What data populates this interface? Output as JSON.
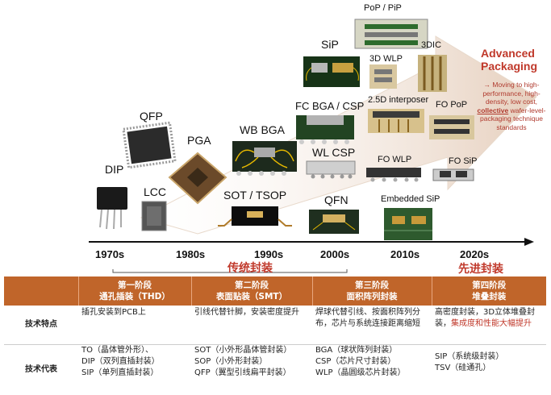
{
  "packages": {
    "dip": "DIP",
    "qfp": "QFP",
    "lcc": "LCC",
    "pga": "PGA",
    "wb_bga": "WB BGA",
    "sot_tsop": "SOT / TSOP",
    "fc_bga_csp": "FC BGA / CSP",
    "sip": "SiP",
    "wl_csp": "WL CSP",
    "qfn": "QFN",
    "pop": "PoP / PiP",
    "wlp_3d": "3D WLP",
    "dic_3d": "3DIC",
    "interposer_25d": "2.5D interposer",
    "fo_wlp": "FO WLP",
    "fo_pop": "FO PoP",
    "fo_sip": "FO SiP",
    "embedded_sip": "Embedded SiP"
  },
  "advanced": {
    "title_line1": "Advanced",
    "title_line2": "Packaging",
    "desc_pre": "→ Moving to high-performance, high-density, low cost, ",
    "desc_bold": "collective",
    "desc_post": " wafer-level-packaging technique standards"
  },
  "timeline": {
    "decades": [
      "1970s",
      "1980s",
      "1990s",
      "2000s",
      "2010s",
      "2020s"
    ],
    "cat_traditional": "传统封装",
    "cat_advanced": "先进封装"
  },
  "table": {
    "headers": [
      {
        "line1": "第一阶段",
        "line2": "通孔插装（THD）"
      },
      {
        "line1": "第二阶段",
        "line2": "表面贴装（SMT）"
      },
      {
        "line1": "第三阶段",
        "line2": "面积阵列封装"
      },
      {
        "line1": "第四阶段",
        "line2": "堆叠封装"
      }
    ],
    "row1_label": "技术特点",
    "row1": [
      "插孔安装到PCB上",
      "引线代替针脚，安装密度提升",
      "焊球代替引线、按面积阵列分布，芯片与系统连接距离缩短",
      "高密度封装，3D立体堆叠封装，"
    ],
    "row1_col4_red": "集成度和性能大幅提升",
    "row2_label": "技术代表",
    "row2": [
      [
        "TO（晶体管外形）、",
        "DIP（双列直插封装）",
        "SIP（单列直插封装）"
      ],
      [
        "SOT（小外形晶体管封装）",
        "SOP（小外形封装）",
        "QFP（翼型引线扁平封装）"
      ],
      [
        "BGA（球状阵列封装）",
        "CSP（芯片尺寸封装）",
        "WLP（晶圆级芯片封装）"
      ],
      [
        "SIP（系统级封装）",
        "TSV（硅通孔）"
      ]
    ]
  },
  "colors": {
    "accent_red": "#c0392b",
    "header_orange": "#c0652a",
    "arrow_fill": "#efe3d8"
  }
}
